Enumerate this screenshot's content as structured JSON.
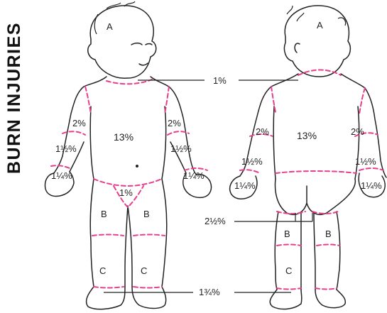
{
  "title": "BURN INJURIES",
  "colors": {
    "zone_line": "#e83e8c",
    "outline": "#222222"
  },
  "front": {
    "head": "A",
    "trunk": "13%",
    "upper_arm_left": "2%",
    "upper_arm_right": "2%",
    "forearm_left": "1½%",
    "forearm_right": "1½%",
    "hand_left": "1¼%",
    "hand_right": "1¼%",
    "genitals": "1%",
    "thigh_left": "B",
    "thigh_right": "B",
    "leg_left": "C",
    "leg_right": "C"
  },
  "back": {
    "head": "A",
    "trunk": "13%",
    "upper_arm_left": "2%",
    "upper_arm_right": "2%",
    "forearm_left": "1½%",
    "forearm_right": "1½%",
    "hand_left": "1¼%",
    "hand_right": "1¼%",
    "thigh_left": "B",
    "thigh_right": "B",
    "leg_left": "C"
  },
  "callouts": {
    "neck": "1%",
    "buttock": "2½%",
    "foot": "1¾%"
  }
}
